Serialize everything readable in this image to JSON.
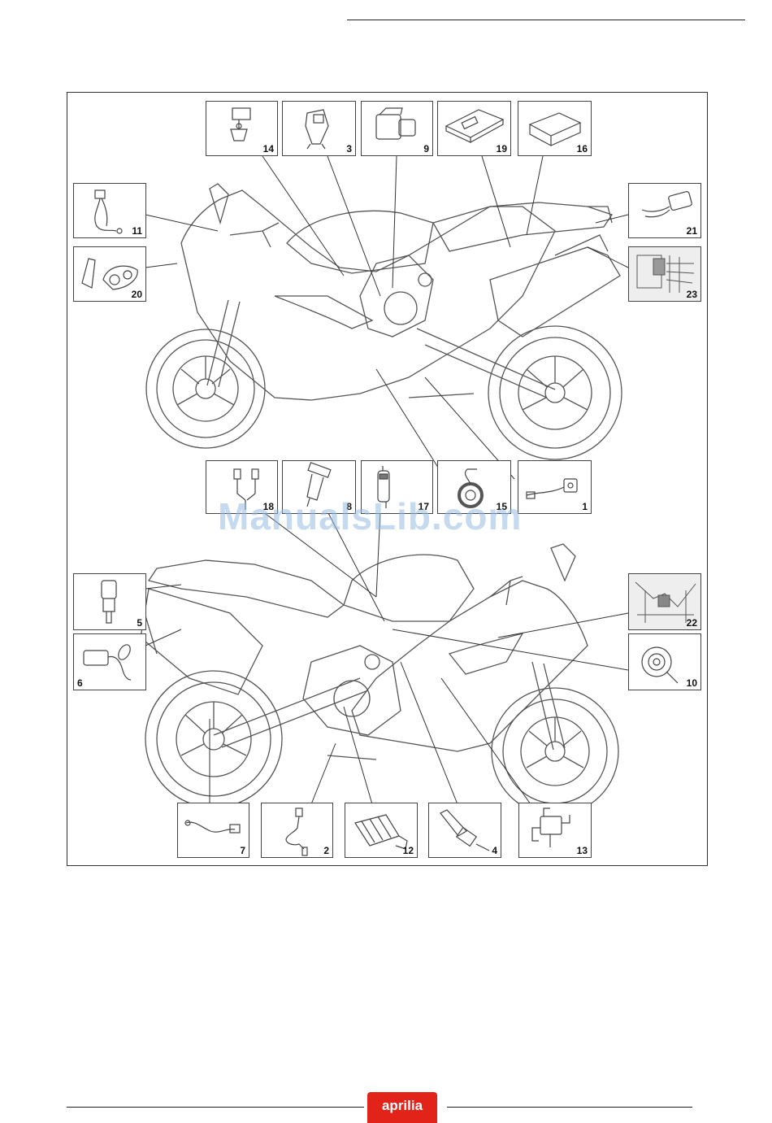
{
  "brand": {
    "logo_text": "aprilia",
    "color": "#e2231a"
  },
  "watermark": "ManualsLib.com",
  "diagram": {
    "upper_view_labels": [
      "14",
      "3",
      "9",
      "19",
      "16",
      "11",
      "20",
      "21",
      "23",
      "18",
      "8",
      "17",
      "15",
      "1"
    ],
    "lower_view_labels": [
      "5",
      "6",
      "22",
      "10",
      "7",
      "2",
      "12",
      "4",
      "13"
    ],
    "callouts": {
      "c14": "14",
      "c3": "3",
      "c9": "9",
      "c19": "19",
      "c16": "16",
      "c11": "11",
      "c20": "20",
      "c21": "21",
      "c23": "23",
      "c18": "18",
      "c8": "8",
      "c17": "17",
      "c15": "15",
      "c1": "1",
      "c5": "5",
      "c6": "6",
      "c22": "22",
      "c10": "10",
      "c7": "7",
      "c2": "2",
      "c12": "12",
      "c4": "4",
      "c13": "13"
    }
  }
}
